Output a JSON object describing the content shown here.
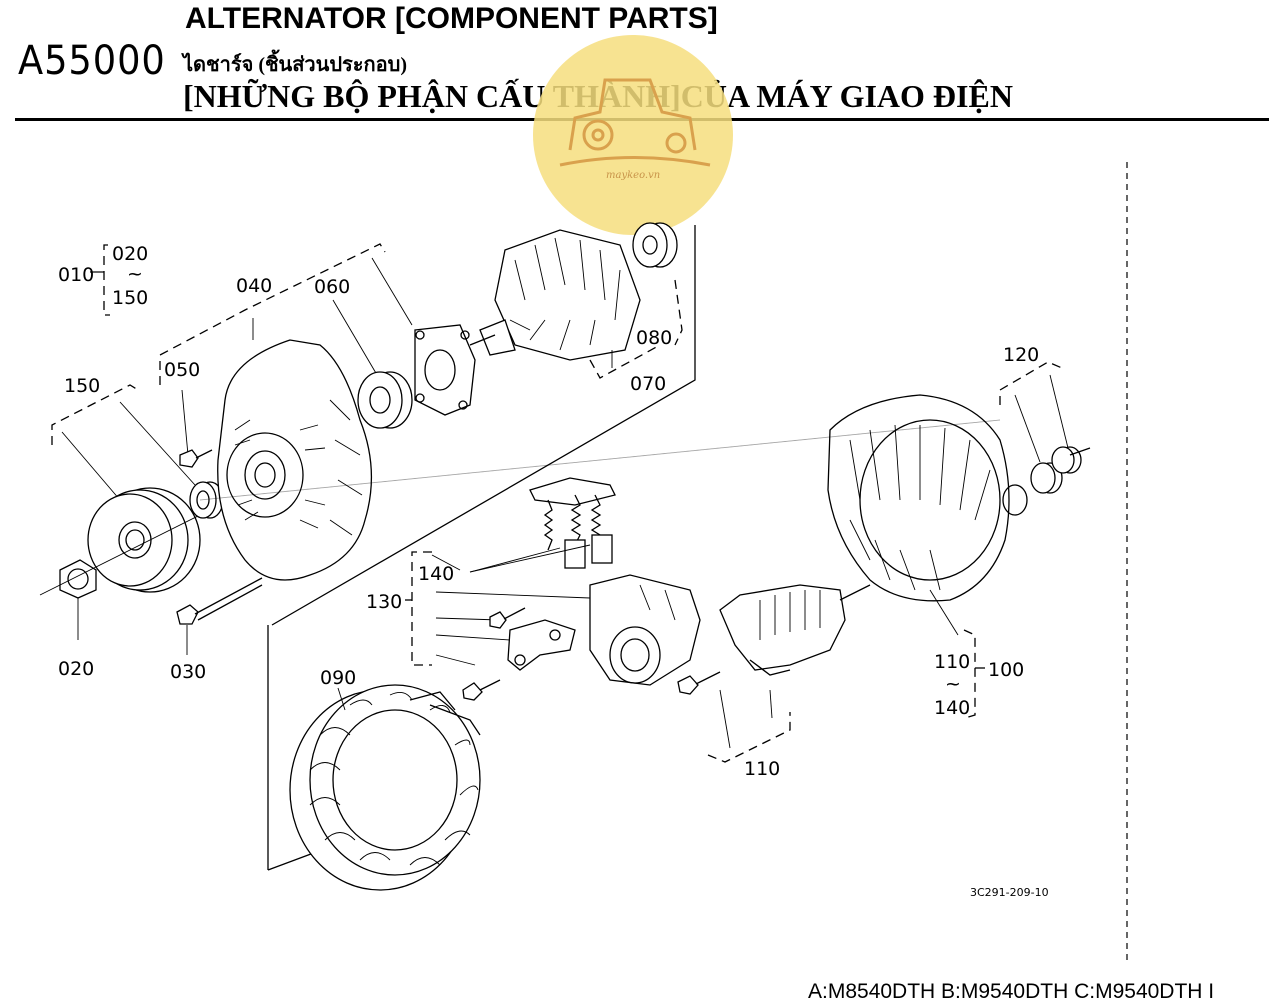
{
  "header": {
    "code": "A55000",
    "title_en": "ALTERNATOR [COMPONENT PARTS]",
    "title_th": "ไดชาร์จ (ชิ้นส่วนประกอบ)",
    "title_vi": "[NHỮNG BỘ PHẬN CẤU THÀNH]CỦA MÁY GIAO ĐIỆN"
  },
  "watermark": {
    "text": "maykeo.vn",
    "icon": "tractor-icon",
    "color": "#f6de7e"
  },
  "diagram": {
    "figure_code": "3C291-209-10",
    "callouts": {
      "c010": "010",
      "c020_range": "020",
      "c150_range": "150",
      "c040": "040",
      "c060": "060",
      "c050": "050",
      "c150": "150",
      "c080": "080",
      "c070": "070",
      "c120": "120",
      "c140": "140",
      "c130": "130",
      "c020": "020",
      "c030": "030",
      "c090": "090",
      "c110_range": "110",
      "c100": "100",
      "c140_range": "140",
      "c110": "110"
    }
  },
  "footer": {
    "models": "A:M8540DTH B:M9540DTH C:M9540DTH I"
  }
}
